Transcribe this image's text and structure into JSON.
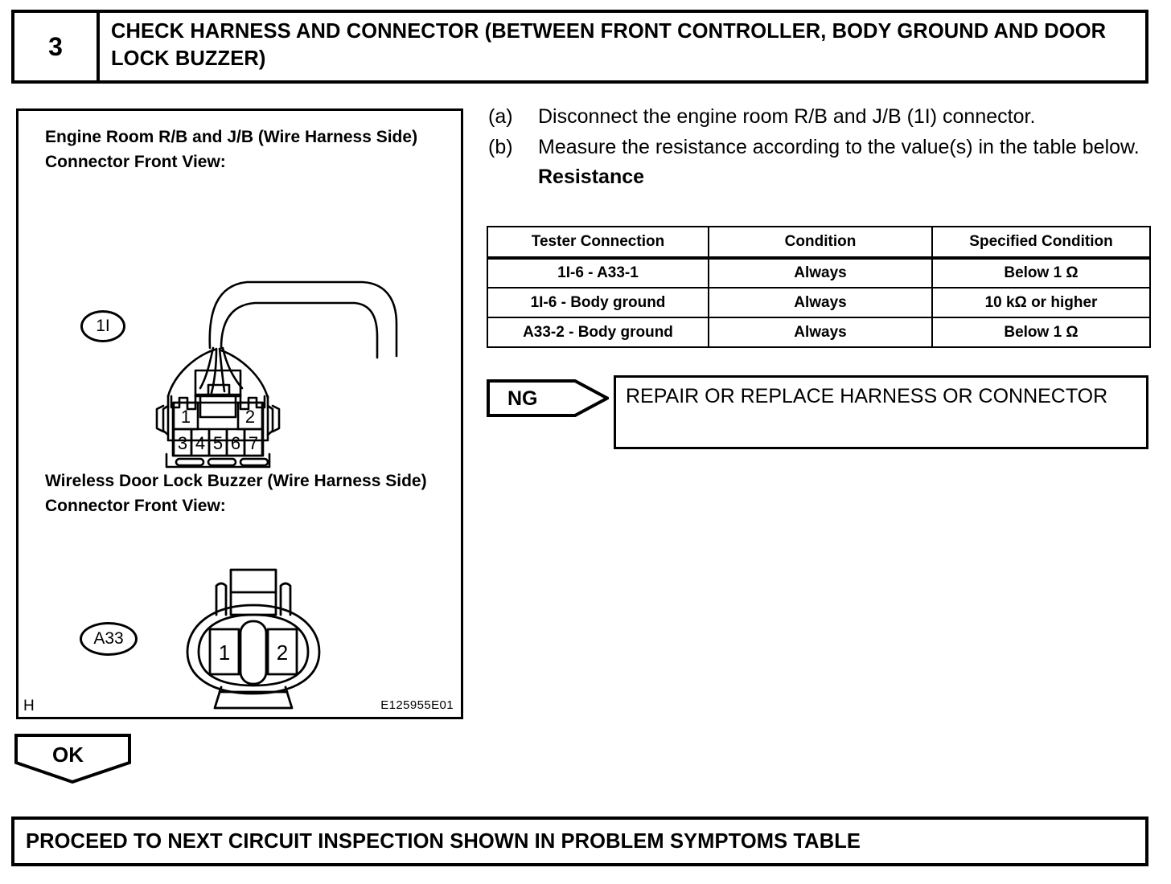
{
  "step": {
    "number": "3",
    "title": "CHECK HARNESS AND CONNECTOR (BETWEEN FRONT CONTROLLER, BODY GROUND AND DOOR LOCK BUZZER)"
  },
  "figure": {
    "caption_1": "Engine Room R/B and J/B (Wire Harness Side) Connector Front View:",
    "caption_2": "Wireless Door Lock Buzzer (Wire Harness Side) Connector Front View:",
    "tag_1": "1I",
    "tag_2": "A33",
    "letter": "H",
    "code": "E125955E01",
    "connector_1i_pins_top": [
      "1",
      "2"
    ],
    "connector_1i_pins_bottom": [
      "3",
      "4",
      "5",
      "6",
      "7"
    ],
    "connector_a33_pins": [
      "1",
      "2"
    ]
  },
  "procedure": {
    "items": [
      {
        "mark": "(a)",
        "text": "Disconnect the engine room R/B and J/B (1I) connector."
      },
      {
        "mark": "(b)",
        "text": "Measure the resistance according to the value(s) in the table below."
      }
    ],
    "subheading": "Resistance"
  },
  "table": {
    "headers": [
      "Tester Connection",
      "Condition",
      "Specified Condition"
    ],
    "rows": [
      [
        "1I-6 - A33-1",
        "Always",
        "Below 1 Ω"
      ],
      [
        "1I-6 - Body ground",
        "Always",
        "10 kΩ or higher"
      ],
      [
        "A33-2 - Body ground",
        "Always",
        "Below 1 Ω"
      ]
    ]
  },
  "results": {
    "ng_label": "NG",
    "ng_action": "REPAIR OR REPLACE HARNESS OR CONNECTOR",
    "ok_label": "OK",
    "ok_action": "PROCEED TO NEXT CIRCUIT INSPECTION SHOWN IN PROBLEM SYMPTOMS TABLE"
  },
  "colors": {
    "ink": "#000000",
    "paper": "#ffffff"
  }
}
